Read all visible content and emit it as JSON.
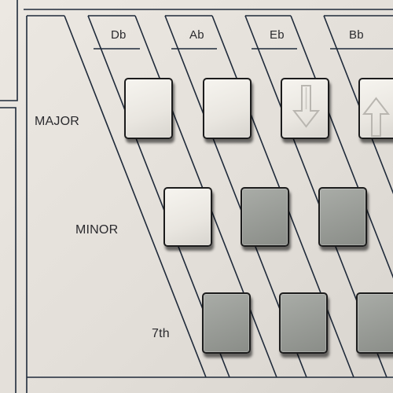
{
  "columns": [
    "Db",
    "Ab",
    "Eb",
    "Bb"
  ],
  "rows": [
    "MAJOR",
    "MINOR",
    "7th"
  ],
  "buttons": {
    "major": [
      {
        "key": "Db",
        "color": "light",
        "icon": ""
      },
      {
        "key": "Ab",
        "color": "light",
        "icon": ""
      },
      {
        "key": "Eb",
        "color": "light",
        "icon": "down-arrow-icon"
      },
      {
        "key": "Bb",
        "color": "light",
        "icon": "up-arrow-icon"
      }
    ],
    "minor": [
      {
        "key": "Db",
        "color": "light",
        "icon": ""
      },
      {
        "key": "Ab",
        "color": "dark",
        "icon": ""
      },
      {
        "key": "Eb",
        "color": "dark",
        "icon": ""
      }
    ],
    "seventh": [
      {
        "key": "Db",
        "color": "dark",
        "icon": ""
      },
      {
        "key": "Ab",
        "color": "dark",
        "icon": ""
      },
      {
        "key": "Eb",
        "color": "dark",
        "icon": ""
      }
    ]
  },
  "colors": {
    "panel": "#e6e2dc",
    "line": "#1f2a3a",
    "text": "#2a2a2e",
    "light_button": "#eceae4",
    "dark_button": "#999c97"
  }
}
